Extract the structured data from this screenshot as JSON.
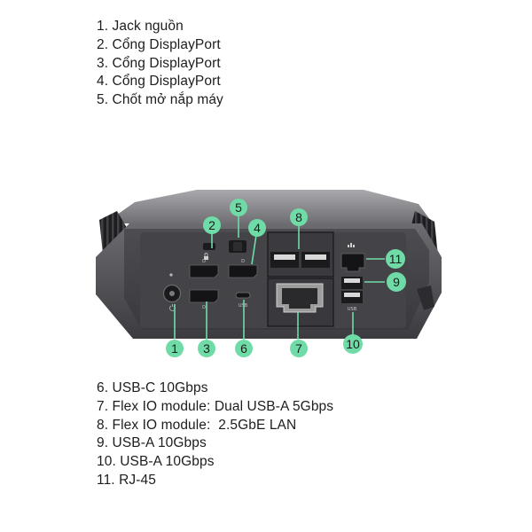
{
  "legend_top": [
    "1. Jack nguồn",
    "2. Cổng DisplayPort",
    "3. Cổng DisplayPort",
    "4. Cổng DisplayPort",
    "5. Chốt mở nắp máy"
  ],
  "legend_bottom": [
    "6. USB-C 10Gbps",
    "7. Flex IO module: Dual USB-A 5Gbps",
    "8. Flex IO module:  2.5GbE LAN",
    "9. USB-A 10Gbps",
    "10. USB-A 10Gbps",
    "11. RJ-45"
  ],
  "callouts": [
    "1",
    "2",
    "3",
    "4",
    "5",
    "6",
    "7",
    "8",
    "9",
    "10",
    "11"
  ],
  "colors": {
    "accent": "#6fdca8",
    "panel": "#454548",
    "chassis": "#5b5b60",
    "text": "#1d1d1d"
  },
  "icons": [
    "lock-icon",
    "power-icon",
    "displayport-icon",
    "usb-icon",
    "network-icon"
  ]
}
